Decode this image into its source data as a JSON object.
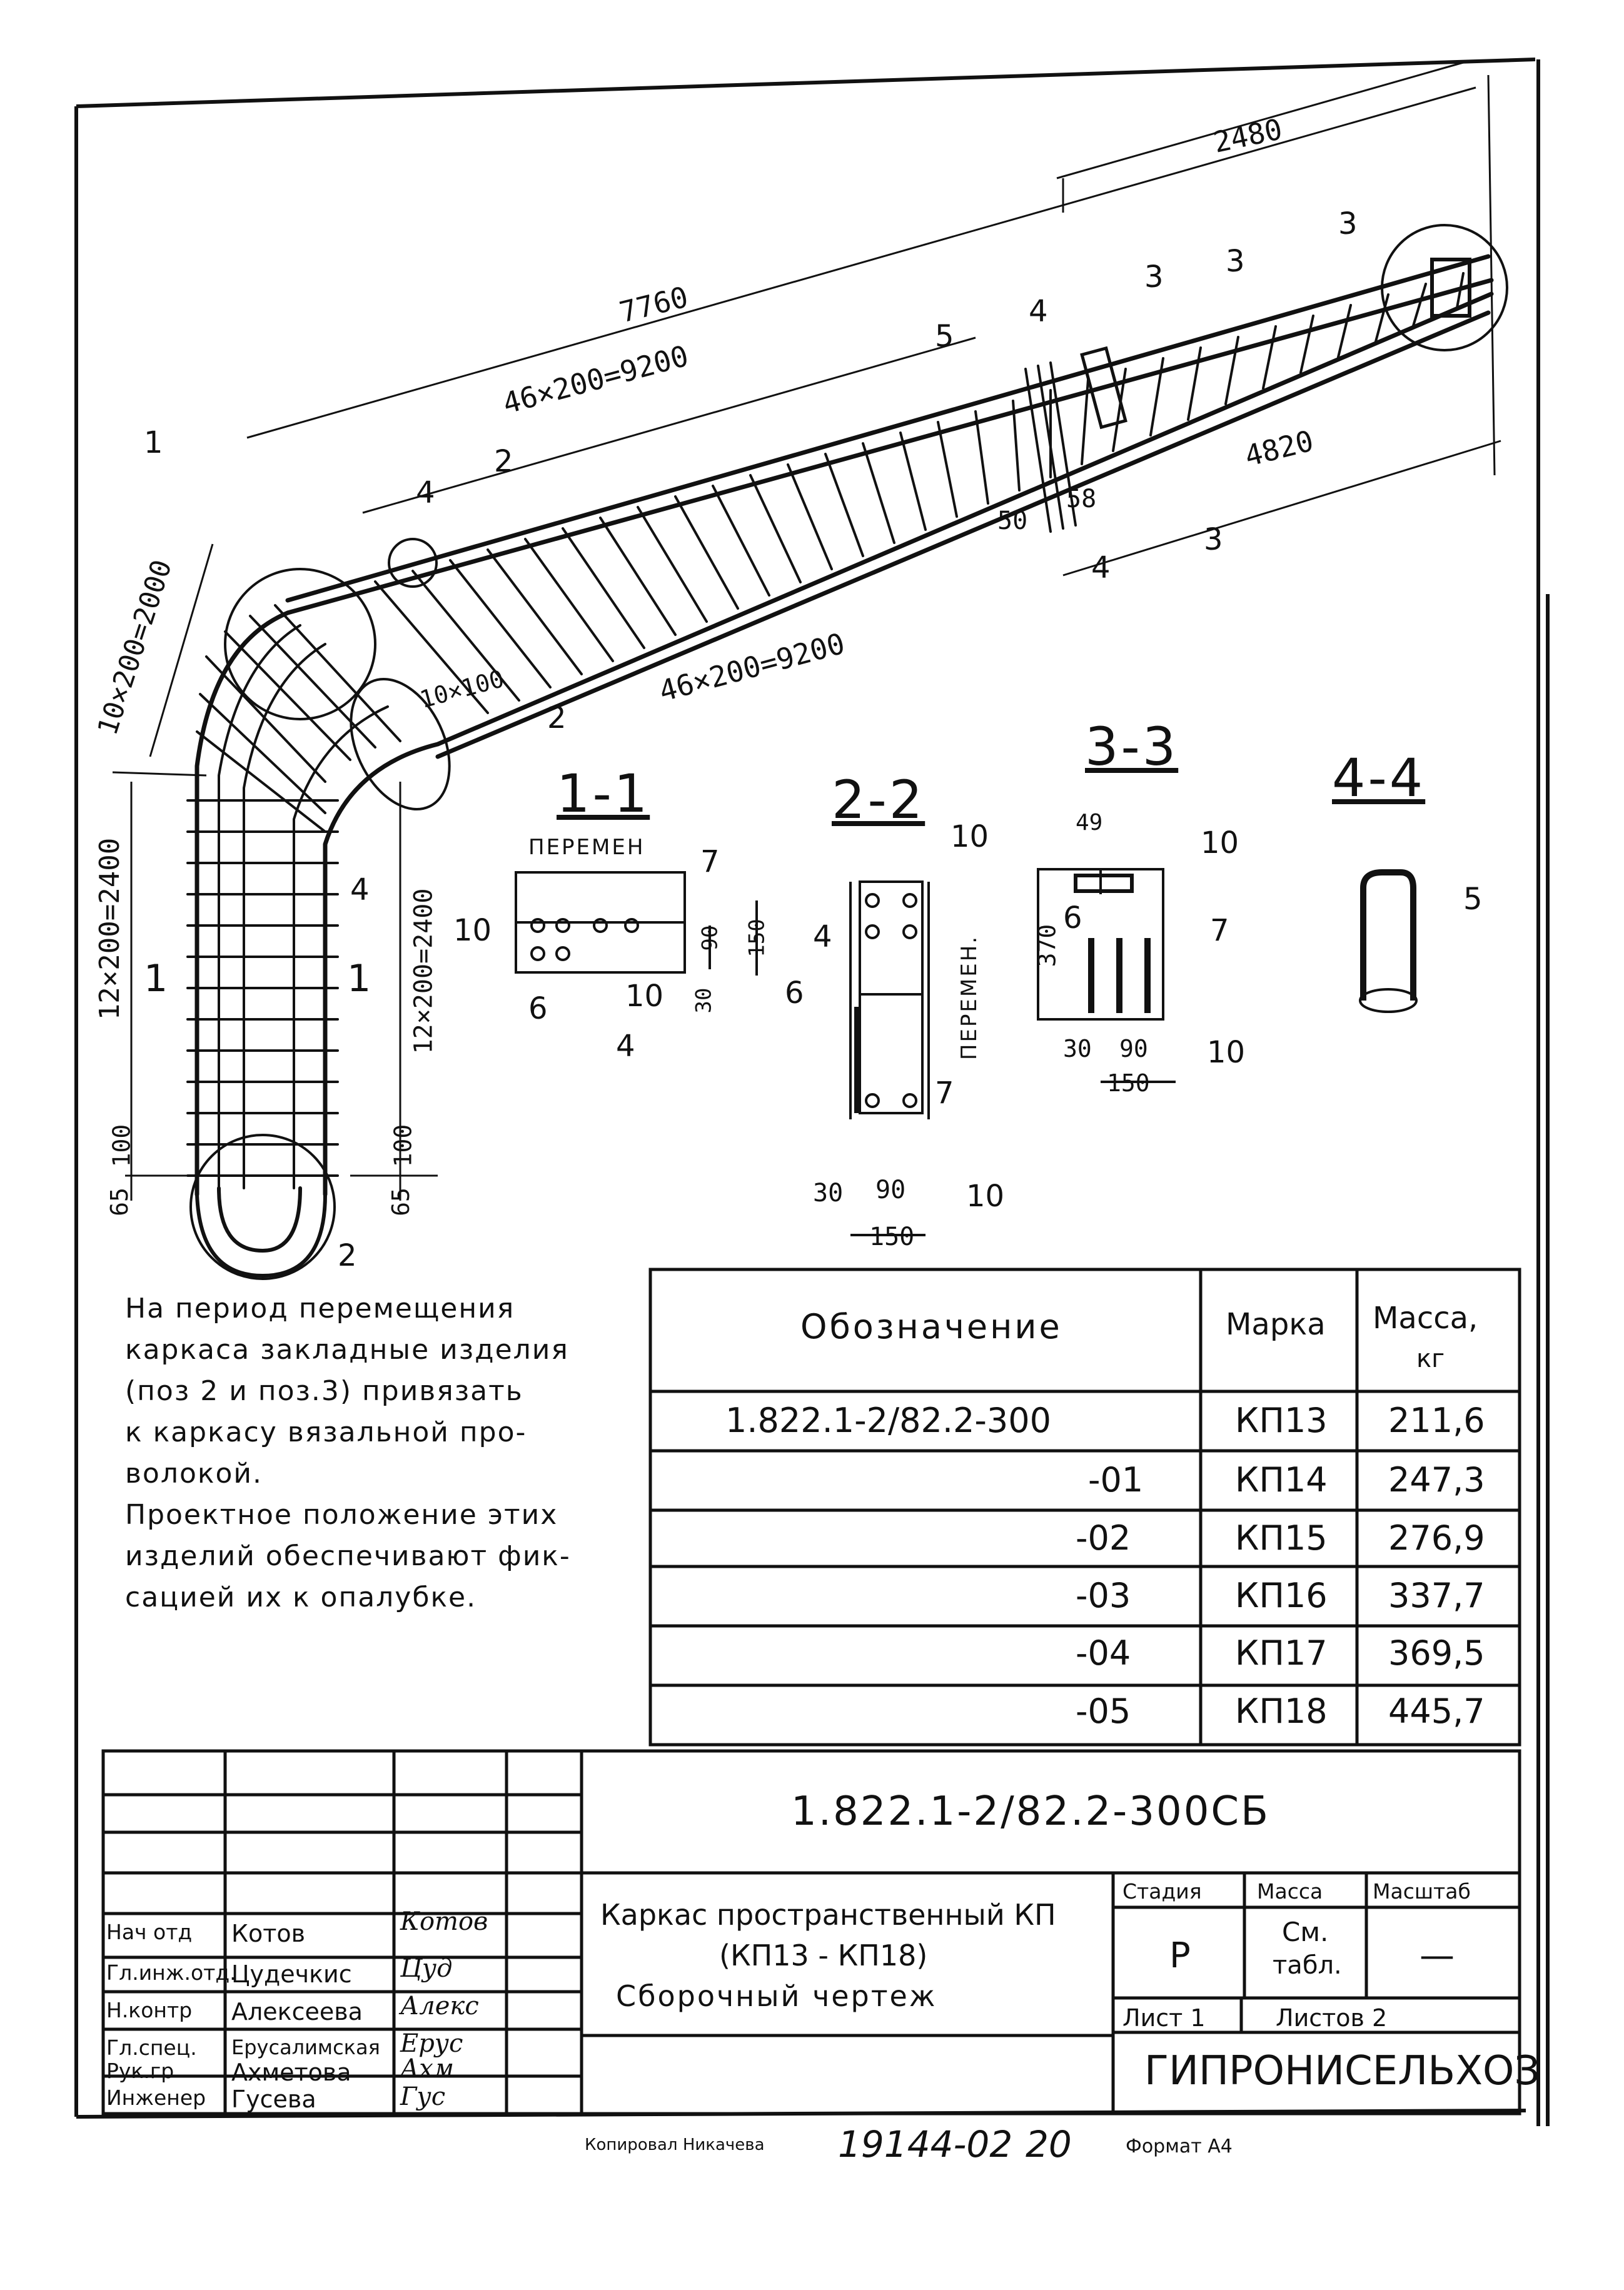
{
  "dimensions": {
    "top_total": "2480",
    "upper_long": "7760",
    "upper_pitch": "46×200=9200",
    "lower_pitch": "46×200=9200",
    "right_lower": "4820",
    "corner_pitch": "10×200=2000",
    "corner_small": "10×100",
    "left_pitch": "12×200=2400",
    "left_pitch_inner": "12×200=2400",
    "left_100": "100",
    "left_65": "65",
    "inner_100": "100",
    "inner_65": "65",
    "gap_50": "50",
    "gap_58": "58"
  },
  "sections": {
    "s11": {
      "title": "1-1",
      "label": "ПЕРЕМЕН",
      "callouts": [
        "7",
        "10",
        "6",
        "10",
        "4"
      ],
      "dims": [
        "90",
        "150",
        "30"
      ]
    },
    "s22": {
      "title": "2-2",
      "label": "ПЕРЕМЕН.",
      "callouts": [
        "10",
        "4",
        "6",
        "7",
        "10"
      ],
      "dims": [
        "30",
        "90",
        "150"
      ]
    },
    "s33": {
      "title": "3-3",
      "callouts": [
        "10",
        "6",
        "7",
        "10"
      ],
      "dims": [
        "49",
        "370",
        "30",
        "90",
        "150"
      ]
    },
    "s44": {
      "title": "4-4",
      "callouts": [
        "5"
      ]
    }
  },
  "marks": {
    "m1": "1",
    "m2a": "2",
    "m2b": "2",
    "m2c": "2",
    "m3a": "3",
    "m3b": "3",
    "m3c": "3",
    "m3d": "3",
    "m4a": "4",
    "m4b": "4",
    "m4c": "4",
    "m4d": "4",
    "m5": "5",
    "s1a": "1",
    "s1b": "1"
  },
  "note": {
    "lines": [
      "На период перемещения",
      "каркаса закладные изделия",
      "(поз 2 и поз.3) привязать",
      "к каркасу вязальной про-",
      "волокой.",
      "Проектное положение этих",
      "изделий обеспечивают фик-",
      "сацией их к опалубке."
    ]
  },
  "spec_table": {
    "headers": [
      "Обозначение",
      "Марка",
      "Масса,",
      "кг"
    ],
    "rows": [
      {
        "code": "1.822.1-2/82.2-300",
        "mark": "КП13",
        "mass": "211,6"
      },
      {
        "code": "-01",
        "mark": "КП14",
        "mass": "247,3"
      },
      {
        "code": "-02",
        "mark": "КП15",
        "mass": "276,9"
      },
      {
        "code": "-03",
        "mark": "КП16",
        "mass": "337,7"
      },
      {
        "code": "-04",
        "mark": "КП17",
        "mass": "369,5"
      },
      {
        "code": "-05",
        "mark": "КП18",
        "mass": "445,7"
      }
    ]
  },
  "title_block": {
    "doc_code": "1.822.1-2/82.2-300СБ",
    "title_lines": [
      "Каркас пространственный КП",
      "(КП13 - КП18)",
      "Сборочный чертеж"
    ],
    "stage_label": "Стадия",
    "mass_label": "Масса",
    "scale_label": "Масштаб",
    "stage_value": "Р",
    "mass_value_1": "См.",
    "mass_value_2": "табл.",
    "scale_value": "—",
    "sheet_label": "Лист 1",
    "sheets_label": "Листов 2",
    "org": "ГИПРОНИСЕЛЬХОЗ",
    "signatures": [
      {
        "role": "Нач отд",
        "name": "Котов",
        "sig": "Котов"
      },
      {
        "role": "Гл.инж.отд.",
        "name": "Цудечкис",
        "sig": "Цуд"
      },
      {
        "role": "Н.контр",
        "name": "Алексеева",
        "sig": "Алекс"
      },
      {
        "role": "Гл.спец.",
        "name": "Ерусалимская",
        "sig": "Ерус"
      },
      {
        "role": "Рук.гр",
        "name": "Ахметова",
        "sig": "Ахм"
      },
      {
        "role": "Инженер",
        "name": "Гусева",
        "sig": "Гус"
      }
    ]
  },
  "footer": {
    "copied": "Копировал Никачева",
    "number": "19144-02",
    "page": "20",
    "format": "Формат А4"
  }
}
